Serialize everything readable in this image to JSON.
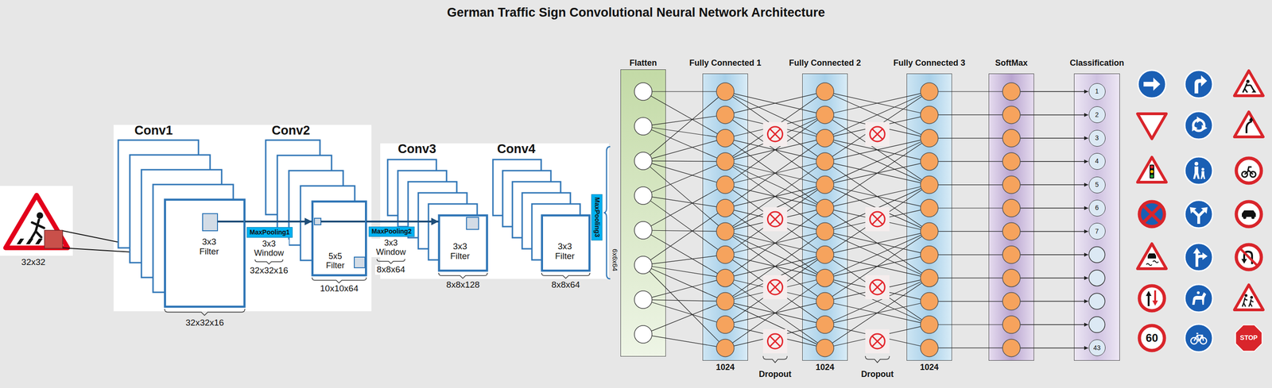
{
  "diagram": {
    "title": "German Traffic Sign Convolutional Neural Network Architecture",
    "nodes": [
      {
        "text": [
          "3x3 Filter"
        ]
      },
      {
        "text": [
          "MaxPooling1"
        ]
      },
      {
        "text": [
          "5x5 Filter"
        ]
      },
      {
        "text": [
          "MaxPooling2"
        ]
      },
      {
        "text": [
          "3x3 Filter"
        ]
      },
      {
        "text": [
          "3x3 Filter"
        ]
      },
      {
        "text": [
          "MaxPooling3"
        ]
      },
      {
        "text": [
          "Flatten"
        ]
      },
      {
        "text": [
          "Fully Connected 1",
          "1024"
        ]
      },
      {
        "text": [
          "Fully Connected 2",
          "1024"
        ]
      },
      {
        "text": [
          "Fully Connected 3",
          "1024"
        ]
      },
      {
        "text": [
          "SoftMax"
        ]
      },
      {
        "text": [
          "Classification"
        ]
      },
      {
        "text": [
          "1"
        ],
        "in": 12
      },
      {
        "text": [
          "2"
        ],
        "in": 12
      },
      {
        "text": [
          "3"
        ],
        "in": 12
      },
      {
        "text": [
          "4"
        ],
        "in": 12
      },
      {
        "text": [
          "5"
        ],
        "in": 12
      },
      {
        "text": [
          "6"
        ],
        "in": 12
      },
      {
        "text": [
          "7"
        ],
        "in": 12
      },
      {
        "text": [
          "43"
        ],
        "in": 12
      }
    ],
    "edges": [
      {
        "from": 0,
        "to": 2,
        "arrow": "to"
      },
      {
        "from": 2,
        "to": 4,
        "arrow": "to"
      }
    ],
    "labels": [
      "32x32",
      "Conv1",
      "Conv2",
      "3x3 Window",
      "32x32x16",
      "10x10x64",
      "3x3 Window",
      "8x8x64",
      "Conv3",
      "Conv4",
      "8x8x128",
      "8x8x64",
      "6x6x64",
      "32x32x16",
      "Dropout",
      "Dropout",
      "60",
      "STOP"
    ]
  }
}
